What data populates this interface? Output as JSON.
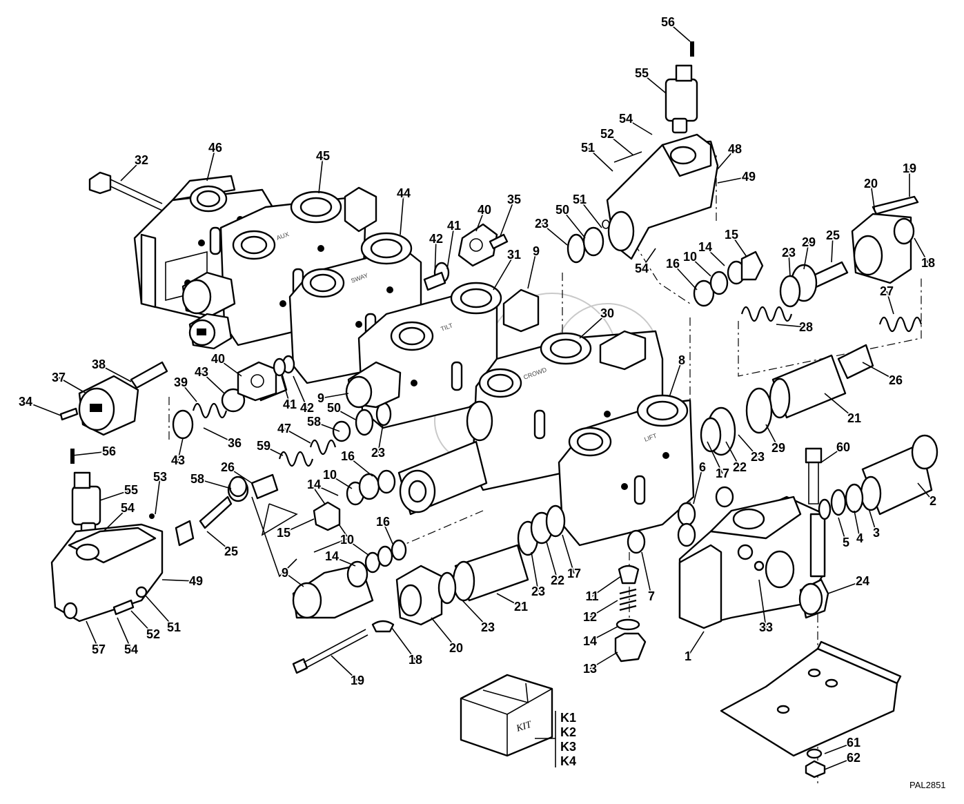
{
  "diagram": {
    "document_number": "PAL2851",
    "kit_box_word": "KIT",
    "kit_codes": [
      "K1",
      "K2",
      "K3",
      "K4"
    ],
    "section_markings": [
      "AUX",
      "SWAY",
      "TILT",
      "CROWD",
      "LIFT"
    ],
    "callouts": [
      {
        "id": "c56a",
        "label": "56"
      },
      {
        "id": "c55a",
        "label": "55"
      },
      {
        "id": "c54a",
        "label": "54"
      },
      {
        "id": "c51a",
        "label": "51"
      },
      {
        "id": "c52a",
        "label": "52"
      },
      {
        "id": "c48",
        "label": "48"
      },
      {
        "id": "c49a",
        "label": "49"
      },
      {
        "id": "c51b",
        "label": "51"
      },
      {
        "id": "c50a",
        "label": "50"
      },
      {
        "id": "c23a",
        "label": "23"
      },
      {
        "id": "c54b",
        "label": "54"
      },
      {
        "id": "c16a",
        "label": "16"
      },
      {
        "id": "c10a",
        "label": "10"
      },
      {
        "id": "c14a",
        "label": "14"
      },
      {
        "id": "c15a",
        "label": "15"
      },
      {
        "id": "c19a",
        "label": "19"
      },
      {
        "id": "c20a",
        "label": "20"
      },
      {
        "id": "c18a",
        "label": "18"
      },
      {
        "id": "c23b",
        "label": "23"
      },
      {
        "id": "c29a",
        "label": "29"
      },
      {
        "id": "c25a",
        "label": "25"
      },
      {
        "id": "c27",
        "label": "27"
      },
      {
        "id": "c28",
        "label": "28"
      },
      {
        "id": "c26a",
        "label": "26"
      },
      {
        "id": "c21a",
        "label": "21"
      },
      {
        "id": "c29b",
        "label": "29"
      },
      {
        "id": "c23c",
        "label": "23"
      },
      {
        "id": "c22a",
        "label": "22"
      },
      {
        "id": "c17a",
        "label": "17"
      },
      {
        "id": "c32",
        "label": "32"
      },
      {
        "id": "c46",
        "label": "46"
      },
      {
        "id": "c45",
        "label": "45"
      },
      {
        "id": "c44",
        "label": "44"
      },
      {
        "id": "c40a",
        "label": "40"
      },
      {
        "id": "c35",
        "label": "35"
      },
      {
        "id": "c41a",
        "label": "41"
      },
      {
        "id": "c42a",
        "label": "42"
      },
      {
        "id": "c31",
        "label": "31"
      },
      {
        "id": "c9a",
        "label": "9"
      },
      {
        "id": "c30",
        "label": "30"
      },
      {
        "id": "c8",
        "label": "8"
      },
      {
        "id": "c38",
        "label": "38"
      },
      {
        "id": "c37",
        "label": "37"
      },
      {
        "id": "c34",
        "label": "34"
      },
      {
        "id": "c40b",
        "label": "40"
      },
      {
        "id": "c43a",
        "label": "43"
      },
      {
        "id": "c39",
        "label": "39"
      },
      {
        "id": "c41b",
        "label": "41"
      },
      {
        "id": "c42b",
        "label": "42"
      },
      {
        "id": "c9b",
        "label": "9"
      },
      {
        "id": "c50b",
        "label": "50"
      },
      {
        "id": "c58a",
        "label": "58"
      },
      {
        "id": "c36",
        "label": "36"
      },
      {
        "id": "c43b",
        "label": "43"
      },
      {
        "id": "c47",
        "label": "47"
      },
      {
        "id": "c23d",
        "label": "23"
      },
      {
        "id": "c59",
        "label": "59"
      },
      {
        "id": "c56b",
        "label": "56"
      },
      {
        "id": "c53",
        "label": "53"
      },
      {
        "id": "c55b",
        "label": "55"
      },
      {
        "id": "c54c",
        "label": "54"
      },
      {
        "id": "c58b",
        "label": "58"
      },
      {
        "id": "c26b",
        "label": "26"
      },
      {
        "id": "c16b",
        "label": "16"
      },
      {
        "id": "c10b",
        "label": "10"
      },
      {
        "id": "c14b",
        "label": "14"
      },
      {
        "id": "c15b",
        "label": "15"
      },
      {
        "id": "c25b",
        "label": "25"
      },
      {
        "id": "c16c",
        "label": "16"
      },
      {
        "id": "c10c",
        "label": "10"
      },
      {
        "id": "c14c",
        "label": "14"
      },
      {
        "id": "c9c",
        "label": "9"
      },
      {
        "id": "c49b",
        "label": "49"
      },
      {
        "id": "c51c",
        "label": "51"
      },
      {
        "id": "c52b",
        "label": "52"
      },
      {
        "id": "c54d",
        "label": "54"
      },
      {
        "id": "c57",
        "label": "57"
      },
      {
        "id": "c60",
        "label": "60"
      },
      {
        "id": "c2",
        "label": "2"
      },
      {
        "id": "c6",
        "label": "6"
      },
      {
        "id": "c5",
        "label": "5"
      },
      {
        "id": "c4",
        "label": "4"
      },
      {
        "id": "c3",
        "label": "3"
      },
      {
        "id": "c23e",
        "label": "23"
      },
      {
        "id": "c22b",
        "label": "22"
      },
      {
        "id": "c17b",
        "label": "17"
      },
      {
        "id": "c21b",
        "label": "21"
      },
      {
        "id": "c23f",
        "label": "23"
      },
      {
        "id": "c11",
        "label": "11"
      },
      {
        "id": "c7",
        "label": "7"
      },
      {
        "id": "c12",
        "label": "12"
      },
      {
        "id": "c14d",
        "label": "14"
      },
      {
        "id": "c13",
        "label": "13"
      },
      {
        "id": "c24",
        "label": "24"
      },
      {
        "id": "c33",
        "label": "33"
      },
      {
        "id": "c1",
        "label": "1"
      },
      {
        "id": "c20b",
        "label": "20"
      },
      {
        "id": "c18b",
        "label": "18"
      },
      {
        "id": "c19b",
        "label": "19"
      },
      {
        "id": "c61",
        "label": "61"
      },
      {
        "id": "c62",
        "label": "62"
      }
    ]
  }
}
